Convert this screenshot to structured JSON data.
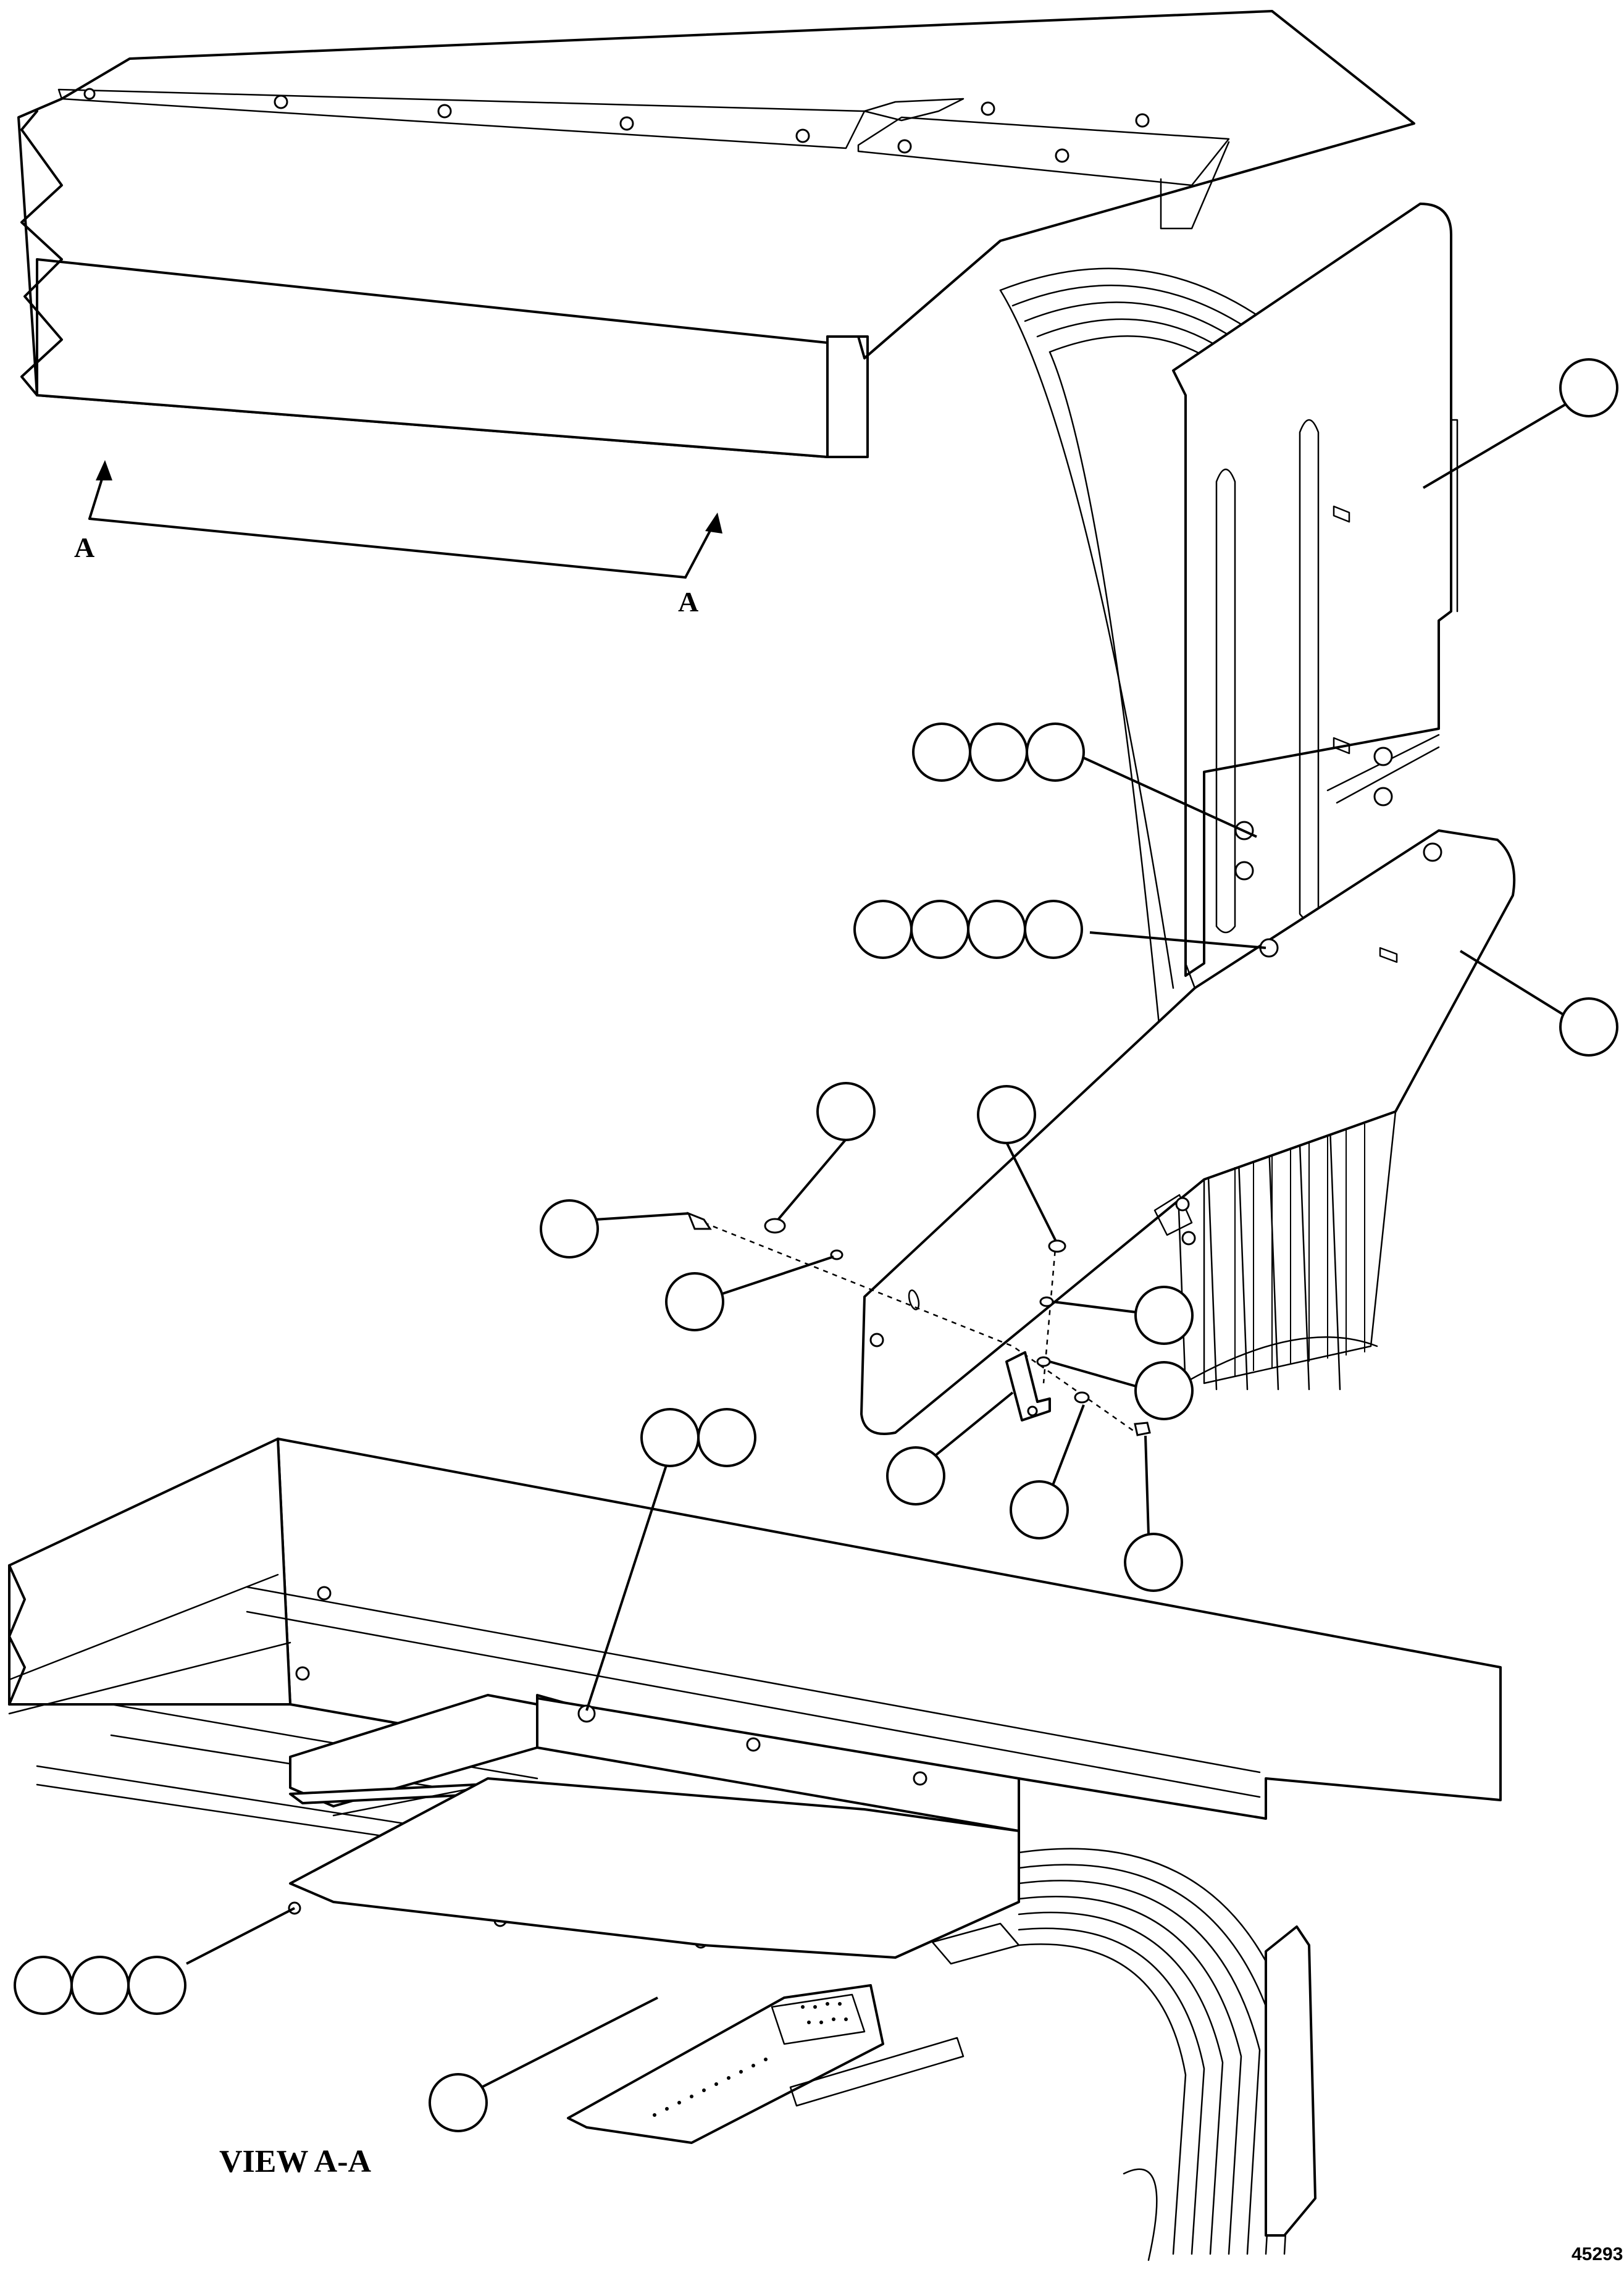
{
  "view_label": "VIEW A-A",
  "section_marker": {
    "left": "A",
    "right": "A"
  },
  "drawing_number": "45293",
  "callouts": {
    "top_panel": {
      "count": 1
    },
    "bracket_hardware_upper": {
      "count": 3
    },
    "bracket_hardware_lower": {
      "count": 4
    },
    "lower_panel": {
      "count": 1
    },
    "exploded_hardware": {
      "count": 9
    },
    "bottom_fastener_pair": {
      "count": 2
    },
    "bottom_left_group": {
      "count": 3
    },
    "bottom_panel": {
      "count": 1
    }
  }
}
